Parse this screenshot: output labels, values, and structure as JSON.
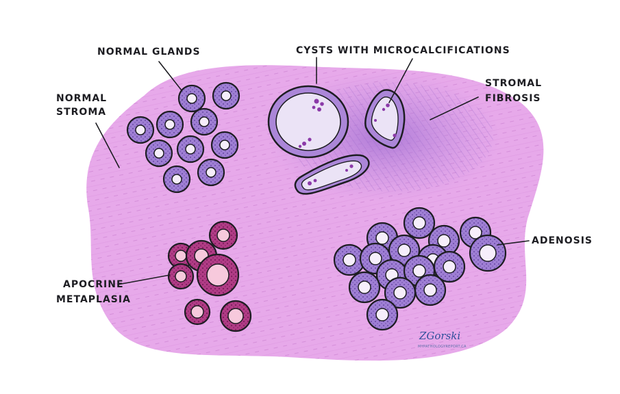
{
  "labels": {
    "normal_glands": "NORMAL GLANDS",
    "normal_stroma_1": "NORMAL",
    "normal_stroma_2": "STROMA",
    "cysts": "CYSTS WITH MICROCALCIFICATIONS",
    "stromal_fibrosis_1": "STROMAL",
    "stromal_fibrosis_2": "FIBROSIS",
    "adenosis": "ADENOSIS",
    "apocrine_1": "APOCRINE",
    "apocrine_2": "METAPLASIA"
  },
  "signature": {
    "name": "ZGorski",
    "site": "MYPATHOLOGYREPORT.CA"
  },
  "colors": {
    "stroma": "#e7a9ea",
    "fibrosis": "#a77ad4",
    "gland": "#9f7fd4",
    "gland_lumen": "#f6eefb",
    "apocrine": "#b13c86",
    "apocrine_lumen": "#f7c9dc",
    "cyst_lining": "#ab86d8",
    "cyst_lumen": "#ebe3f6",
    "calcification": "#8b3aa8",
    "outline": "#1d1d22"
  },
  "icons": {
    "tissue": "tissue-section-icon",
    "signature": "artist-signature-icon"
  }
}
